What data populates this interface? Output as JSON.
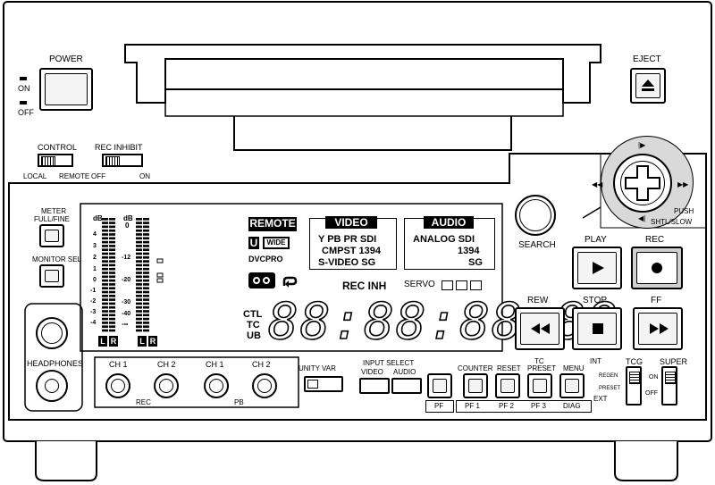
{
  "power": {
    "label": "POWER",
    "on": "ON",
    "off": "OFF"
  },
  "eject": {
    "label": "EJECT"
  },
  "control": {
    "label": "CONTROL",
    "local": "LOCAL",
    "remote": "REMOTE"
  },
  "rec_inhibit": {
    "label": "REC INHIBIT",
    "off": "OFF",
    "on": "ON"
  },
  "meter": {
    "label_1": "METER",
    "label_2": "FULL/FINE",
    "db_left": "dB",
    "db_right": "dB",
    "zero": "0",
    "scale_left": [
      "4",
      "3",
      "2",
      "1",
      "0",
      "-1",
      "-2",
      "-3",
      "-4"
    ],
    "scale_right": [
      "-12",
      "-20",
      "-30",
      "-40",
      "-∞"
    ],
    "l": "L",
    "r": "R"
  },
  "monitor_sel": {
    "label": "MONITOR SEL"
  },
  "headphones": {
    "label": "HEADPHONES"
  },
  "lcd": {
    "remote": "REMOTE",
    "u": "U",
    "wide": "WIDE",
    "dvcpro": "DVCPRO",
    "video_title": "VIDEO",
    "video_row1": "Y PB PR  SDI",
    "video_row2": "CMPST  1394",
    "video_row3": "S-VIDEO  SG",
    "audio_title": "AUDIO",
    "audio_row1": "ANALOG  SDI",
    "audio_row2": "1394",
    "audio_row3": "SG",
    "rec_inh": "REC  INH",
    "servo": "SERVO",
    "ctl": "CTL",
    "tc": "TC",
    "ub": "UB",
    "timecode": "88:88:88:88"
  },
  "search": {
    "label": "SEARCH",
    "push": "PUSH",
    "shtl_slow": "SHTL/SLOW"
  },
  "transport": {
    "play": "PLAY",
    "rec": "REC",
    "rew": "REW",
    "stop": "STOP",
    "ff": "FF"
  },
  "audio_levels": {
    "ch1_rec": "CH 1",
    "ch2_rec": "CH 2",
    "ch1_pb": "CH 1",
    "ch2_pb": "CH 2",
    "rec": "REC",
    "pb": "PB"
  },
  "unity_var": {
    "unity": "UNITY",
    "var": "VAR"
  },
  "input_select": {
    "label": "INPUT SELECT",
    "video": "VIDEO",
    "audio": "AUDIO"
  },
  "function_keys": {
    "counter": "COUNTER",
    "reset": "RESET",
    "tc_1": "TC",
    "tc_2": "PRESET",
    "menu": "MENU",
    "pf": "PF",
    "pf1": "PF 1",
    "pf2": "PF 2",
    "pf3": "PF 3",
    "diag": "DIAG"
  },
  "tcg": {
    "label": "TCG",
    "int": "INT",
    "regen": "REGEN",
    "preset": "PRESET",
    "ext": "EXT"
  },
  "super": {
    "label": "SUPER",
    "on": "ON",
    "off": "OFF"
  }
}
